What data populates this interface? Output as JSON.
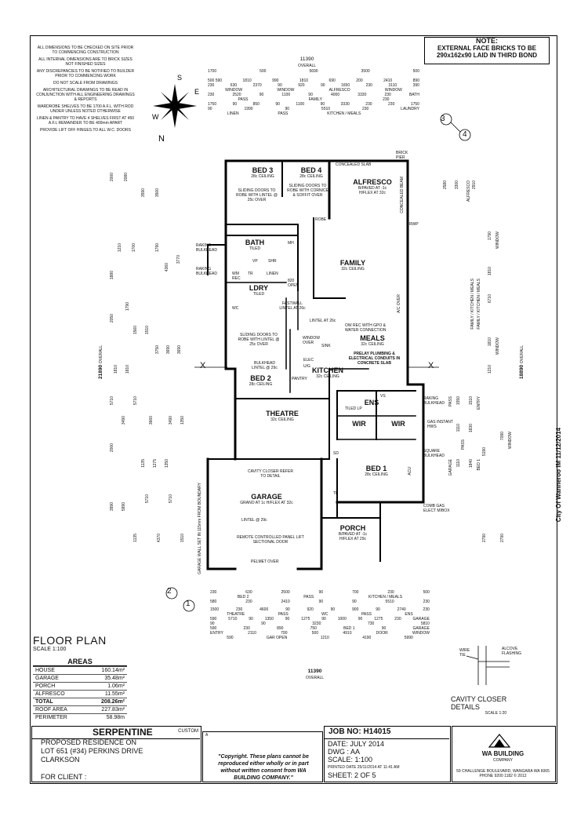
{
  "notes": {
    "title": "NOTE:",
    "line1": "EXTERNAL FACE BRICKS TO BE",
    "line2": "290x162x90 LAID IN THIRD BOND"
  },
  "general_notes": [
    "ALL DIMENSIONS TO BE CHECKED ON SITE PRIOR TO COMMENCING CONSTRUCTION",
    "ALL INTERNAL DIMENSIONS ARE TO BRICK SIZES NOT FINISHED SIZES",
    "ANY DISCREPANCIES TO BE NOTIFIED TO BUILDER PRIOR TO COMMENCING WORK",
    "DO NOT SCALE FROM DRAWINGS",
    "ARCHITECTURAL DRAWINGS TO BE READ IN CONJUNCTION WITH ALL ENGINEERING DRAWINGS & REPORTS",
    "WARDROBE SHELVES TO BE 1700 A.F.L. WITH ROD UNDER UNLESS NOTED OTHERWISE",
    "LINEN & PANTRY TO HAVE 4 SHELVES FIRST AT 450 A.F.L REMAINDER TO BE 400mm APART",
    "PROVIDE LIFT OFF HINGES TO ALL W.C. DOORS"
  ],
  "compass": {
    "n": "N",
    "s": "S",
    "e": "E",
    "w": "W"
  },
  "overall_top": {
    "value": "11390",
    "label": "OVERALL"
  },
  "overall_bottom": {
    "value": "11390",
    "label": "OVERALL"
  },
  "overall_left": {
    "value": "21890",
    "label": "OVERALL"
  },
  "overall_right": {
    "value": "18890",
    "label": "OVERALL"
  },
  "top_dims": [
    "1700",
    "500",
    "5690",
    "3500",
    "500",
    "500 590",
    "1810",
    "990",
    "1810",
    "690",
    "200",
    "2410",
    "890",
    "230",
    "630",
    "2370",
    "90",
    "920",
    "90",
    "1650",
    "230",
    "3110",
    "390",
    "WINDOW",
    "WINDOW",
    "ALFRESCO",
    "WINDOW",
    "230",
    "2520",
    "90",
    "1100",
    "90",
    "4000",
    "3330",
    "230",
    "BATH",
    "PASS",
    "FAMILY",
    "230",
    "1750",
    "90",
    "850",
    "90",
    "1100",
    "90",
    "3330",
    "230",
    "230",
    "1750",
    "90",
    "1990",
    "90",
    "5510",
    "230",
    "LAUNDRY",
    "LINEN",
    "PASS",
    "KITCHEN / MEALS"
  ],
  "bottom_dims": [
    "230",
    "630",
    "2500",
    "90",
    "700",
    "230",
    "500",
    "BED 2",
    "PASS",
    "KITCHEN / MEALS",
    "580",
    "230",
    "2410",
    "90",
    "90",
    "5510",
    "230",
    "1500",
    "230",
    "4600",
    "90",
    "920",
    "90",
    "900",
    "90",
    "2740",
    "230",
    "THEATRE",
    "PASS",
    "WC",
    "PASS",
    "ENS",
    "590",
    "5710",
    "90",
    "1350",
    "90",
    "1275",
    "90",
    "1000",
    "90",
    "1275",
    "230",
    "GARAGE",
    "90",
    "90",
    "3230",
    "730",
    "5810",
    "590",
    "230",
    "890",
    "750",
    "BED 1",
    "90",
    "GARAGE",
    "ENTRY",
    "2110",
    "790",
    "500",
    "4910",
    "DOOR",
    "WINDOW",
    "590",
    "GAR OPEN",
    "1210",
    "4190",
    "5990"
  ],
  "left_dims": [
    "2000",
    "2080",
    "3590",
    "3500",
    "1210",
    "1700",
    "1790",
    "1880",
    "4360",
    "3770",
    "1790",
    "2050",
    "1560",
    "1510",
    "3750",
    "3690",
    "3690",
    "1810",
    "1810",
    "5710",
    "5710",
    "3490",
    "3660",
    "3490",
    "1350",
    "2000",
    "1135",
    "1275",
    "1350",
    "3990",
    "5990",
    "5710",
    "5710",
    "1135",
    "4370",
    "1510"
  ],
  "right_dims": [
    "2580",
    "3300",
    "2910",
    "1790",
    "1810",
    "6710",
    "1810",
    "1210",
    "1550",
    "1510",
    "1110",
    "1830",
    "1110",
    "1840",
    "5190",
    "7090",
    "2790",
    "2790",
    "ALFRESCO",
    "WINDOW",
    "FAMILY / KITCHEN / MEALS",
    "FAMILY / KITCHEN / MEALS",
    "WINDOW",
    "PASS",
    "ENTRY",
    "GARAGE",
    "BED 1",
    "WINDOW",
    "PASS"
  ],
  "section_marks": {
    "top_a": "3",
    "top_b": "4",
    "bottom_a": "2",
    "bottom_b": "1",
    "left_x": "X",
    "right_x": "X"
  },
  "rooms": {
    "bed3": {
      "name": "BED 3",
      "sub": "28c CEILING"
    },
    "bed4": {
      "name": "BED 4",
      "sub": "28c CEILING"
    },
    "alfresco": {
      "name": "ALFRESCO",
      "sub1": "B/PAVED AT -1c",
      "sub2": "H/FLEX AT 32c"
    },
    "bath": {
      "name": "BATH",
      "sub": "TILED"
    },
    "family": {
      "name": "FAMILY",
      "sub": "32c CEILING"
    },
    "ldry": {
      "name": "LDRY",
      "sub": "TILED"
    },
    "meals": {
      "name": "MEALS",
      "sub": "32c CEILING"
    },
    "bed2": {
      "name": "BED 2",
      "sub": "28c CEILING"
    },
    "kitchen": {
      "name": "KITCHEN",
      "sub": "32c CEILING"
    },
    "ens": {
      "name": "ENS",
      "sub": ""
    },
    "wir1": {
      "name": "WIR"
    },
    "wir2": {
      "name": "WIR"
    },
    "theatre": {
      "name": "THEATRE",
      "sub": "32c CEILING"
    },
    "bed1": {
      "name": "BED 1",
      "sub": "28c CEILING"
    },
    "garage": {
      "name": "GARAGE",
      "sub": "GRANO AT 1c H/FLEX AT 32c"
    },
    "porch": {
      "name": "PORCH",
      "sub1": "B/PAVED AT -1c",
      "sub2": "H/FLEX AT 29c"
    }
  },
  "plan_notes": {
    "concealed_slab": "CONCEALED SLAB",
    "brick_pier": "BRICK PIER",
    "concealed_beam": "CONCEALED BEAM",
    "rwp": "RWP",
    "sliding_bed3": "SLIDING DOORS TO ROBE WITH LINTEL @ 25c OVER",
    "sliding_bed4": "SLIDING DOORS TO ROBE WITH CORNICE & SOFFIT OVER",
    "robe": "ROBE",
    "raking_bulkhead": "RAKING BULKHEAD",
    "raking_bulkhead2": "RAKING BULKHEAD",
    "wm": "WM",
    "tr": "TR",
    "linen": "LINEN",
    "rec": "REC",
    "shr": "SHR",
    "mh": "MH",
    "vp": "VP",
    "wc": "WC",
    "open_820": "820 OPEN",
    "fastwall": "FASTWALL LINTEL AT 26c",
    "lintel_26c": "LINTEL AT 26c",
    "ow_rec": "OW REC WITH GPO & WATER CONNECTION",
    "prelay": "PRELAY PLUMBING & ELECTRICAL CONDUITS IN CONCRETE SLAB",
    "sliding_bed2": "SLIDING DOORS TO ROBE WITH LINTEL @ 25c OVER",
    "bulkhead": "BULKHEAD LINTEL @ 29c",
    "pantry": "PANTRY",
    "elec": "ELEC",
    "ug": "U/G",
    "sink": "SINK",
    "window_over": "WINDOW OVER",
    "tiled_lp": "TILED LP",
    "vs": "VS",
    "raking_bulkhead_ens": "RAKING BULKHEAD",
    "gas_hwu": "GAS INSTANT HWS",
    "square_bulkhead": "SQUARE BULKHEAD",
    "cavity_closer": "CAVITY CLOSER REFER TO DETAIL",
    "garage_wall": "GARAGE WALL SET IN 115mm FROM BOUNDARY",
    "lintel_garage": "LINTEL @ 29c",
    "remote": "REMOTE CONTROLLED PANEL LIFT SECTIONAL DOOR",
    "pelmet": "PELMET OVER",
    "comb_gas": "COMB GAS ELECT M/BOX",
    "ac": "A/C OVER",
    "acu": "ACU",
    "sd": "SD",
    "tf": "TF"
  },
  "title": {
    "floor_plan": "FLOOR PLAN",
    "scale": "SCALE 1:100"
  },
  "areas": {
    "heading": "AREAS",
    "rows": [
      {
        "label": "HOUSE",
        "value": "160.14m²"
      },
      {
        "label": "GARAGE",
        "value": "35.48m²"
      },
      {
        "label": "PORCH",
        "value": "1.06m²"
      },
      {
        "label": "ALFRESCO",
        "value": "11.55m²"
      },
      {
        "label": "TOTAL",
        "value": "208.26m²"
      },
      {
        "label": "ROOF AREA",
        "value": "227.83m²"
      },
      {
        "label": "PERIMETER",
        "value": "58.98m"
      }
    ]
  },
  "cavity_detail": {
    "title": "CAVITY CLOSER",
    "title2": "DETAILS",
    "scale": "SCALE 1:20",
    "alcove": "ALCOVE FLASHING",
    "wire": "WIRE TIE"
  },
  "stamp": "City Of Wanneroo IM 11/12/2014",
  "title_block": {
    "design": "SERPENTINE",
    "custom": "CUSTOM",
    "rev": "A",
    "proposed": "PROPOSED RESIDENCE ON",
    "lot": "LOT 651 (#34) PERKINS DRIVE",
    "suburb": "CLARKSON",
    "client": "FOR CLIENT :",
    "copyright": "\"Copyright. These plans cannot be reproduced either wholly or in part without written consent from WA BUILDING COMPANY.\"",
    "job_no": "JOB NO: H14015",
    "date": "DATE: JULY 2014",
    "dwg": "DWG : AA",
    "scale": "SCALE: 1:100",
    "printed": "PRINTED DATE 25/11/2014  AT 11:41 AM",
    "sheet": "SHEET: 2  OF  5",
    "company": "WA BUILDING",
    "company_sub": "COMPANY",
    "address": "59 CHALLENGE BOULEVARD, WANGARA WA 6065",
    "phone": "PHONE 9200 1182  © 2012"
  }
}
